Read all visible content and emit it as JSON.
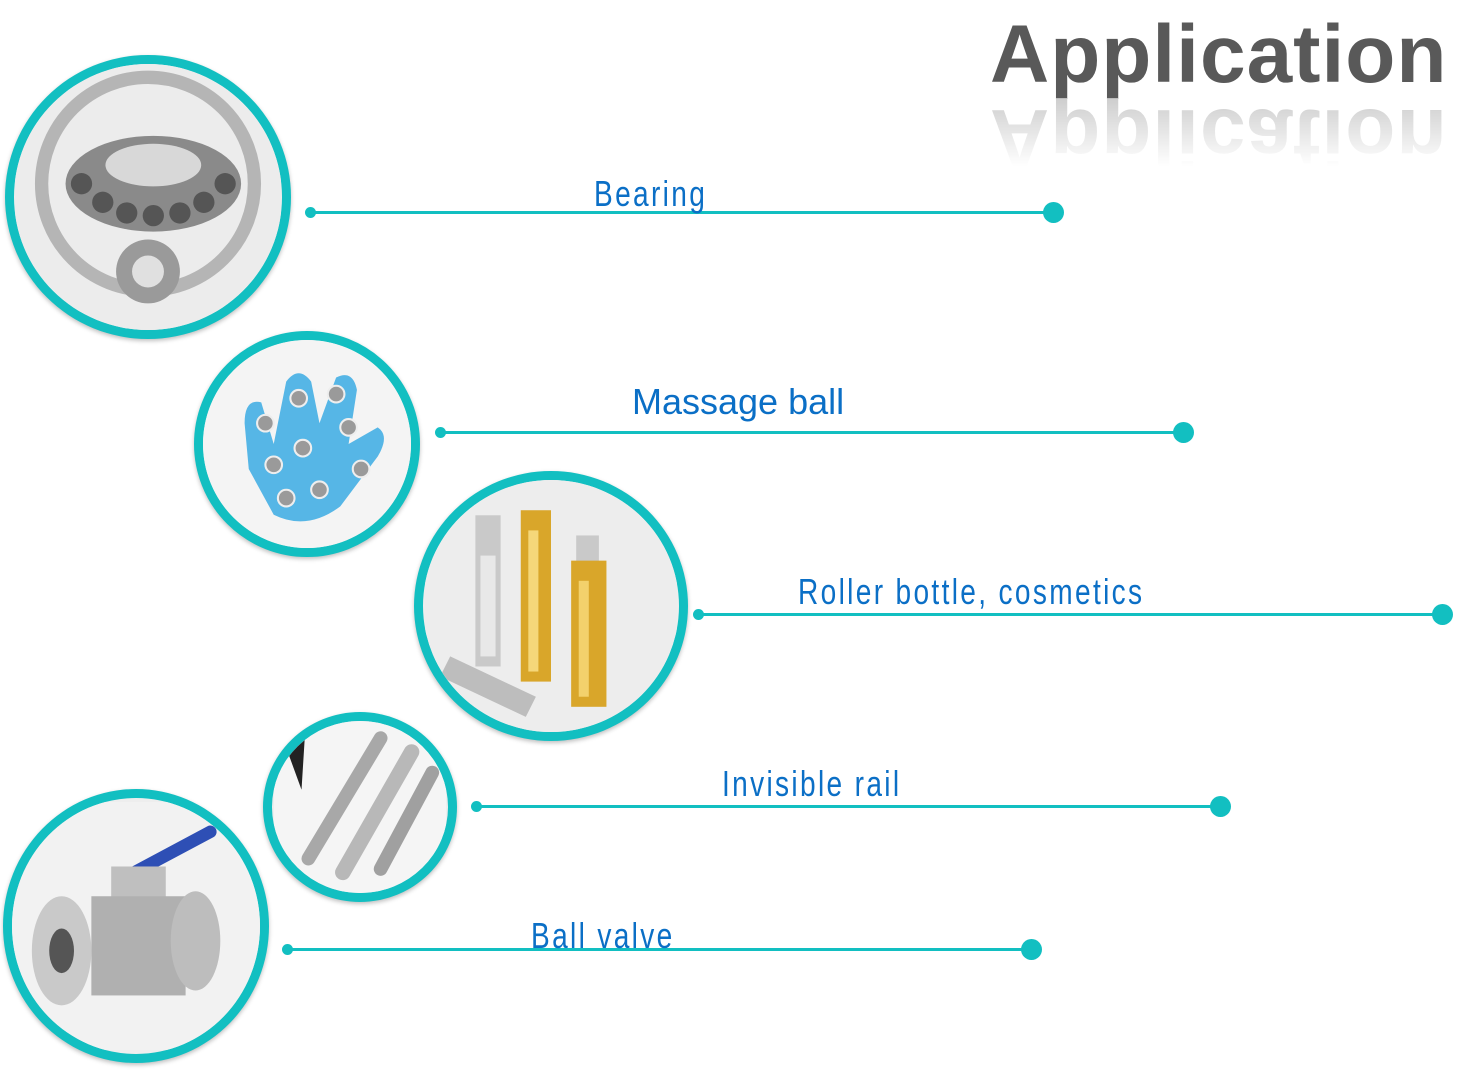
{
  "title": "Application",
  "accent_color": "#12bfc1",
  "label_color": "#0b6fc6",
  "items": [
    {
      "label": "Bearing",
      "image": "bearing-image"
    },
    {
      "label": "Massage ball",
      "image": "massage-glove-image"
    },
    {
      "label": "Roller bottle, cosmetics",
      "image": "roller-bottle-image"
    },
    {
      "label": "Invisible rail",
      "image": "drawer-rail-image"
    },
    {
      "label": "Ball valve",
      "image": "ball-valve-image"
    }
  ]
}
